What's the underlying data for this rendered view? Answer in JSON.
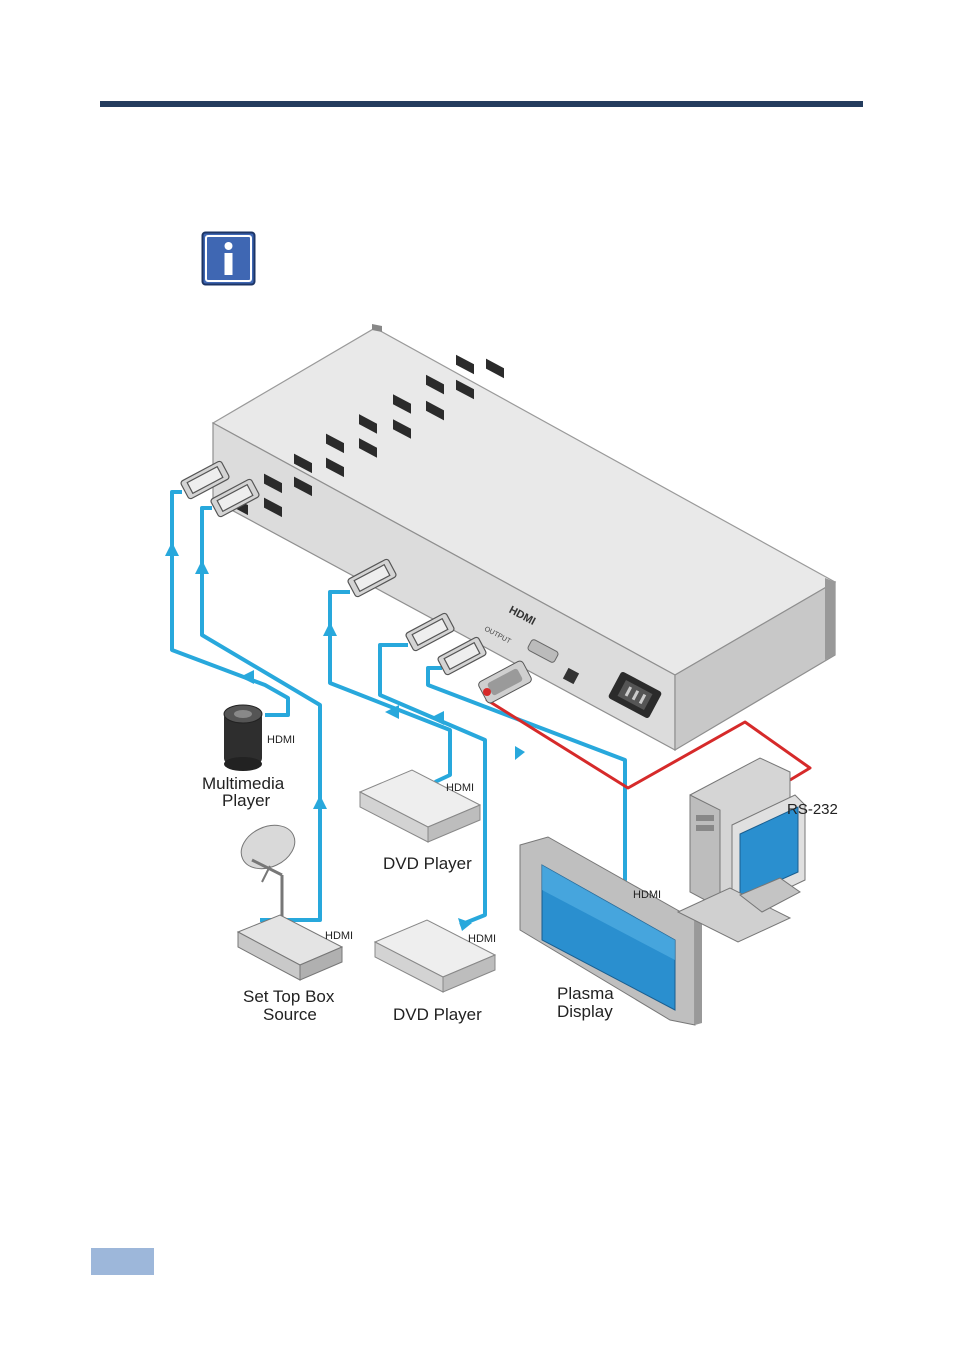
{
  "header": {
    "rule_color": "#243c5e"
  },
  "note_icon": {
    "name": "info-icon",
    "color": "#3f67b3"
  },
  "diagram": {
    "device": {
      "brand_label": "HDMI",
      "output_label": "OUTPUT"
    },
    "cable_colors": {
      "hdmi": "#28a8dc",
      "rs232": "#d62a2a"
    },
    "devices": {
      "multimedia_player": {
        "line1": "Multimedia",
        "line2": "Player",
        "port": "HDMI"
      },
      "set_top_box": {
        "line1": "Set Top Box",
        "line2": "Source",
        "port": "HDMI"
      },
      "dvd_player_1": {
        "label": "DVD Player",
        "port": "HDMI"
      },
      "dvd_player_2": {
        "label": "DVD Player",
        "port": "HDMI"
      },
      "plasma_display": {
        "line1": "Plasma",
        "line2": "Display",
        "port": "HDMI"
      },
      "pc": {
        "port": "RS-232"
      }
    }
  },
  "footer": {
    "page_box_color": "#9db7da"
  }
}
